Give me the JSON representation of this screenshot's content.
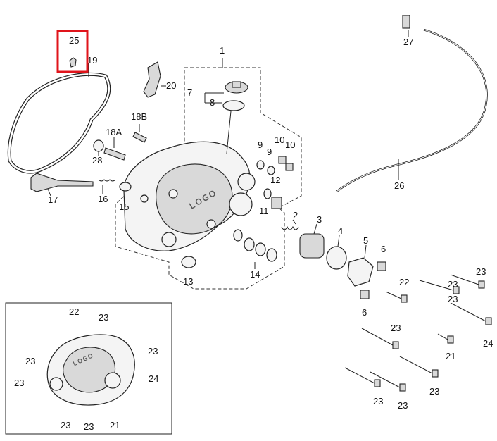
{
  "diagram": {
    "highlight_color": "#e0141b",
    "highlighted_part": "25",
    "callouts": {
      "p1": "1",
      "p2": "2",
      "p3": "3",
      "p4": "4",
      "p5": "5",
      "p6a": "6",
      "p6b": "6",
      "p7": "7",
      "p8": "8",
      "p9a": "9",
      "p9b": "9",
      "p10a": "10",
      "p10b": "10",
      "p11": "11",
      "p12": "12",
      "p13": "13",
      "p14": "14",
      "p15": "15",
      "p16": "16",
      "p17": "17",
      "p18a": "18A",
      "p18b": "18B",
      "p19": "19",
      "p20": "20",
      "p21a": "21",
      "p21b": "21",
      "p22a": "22",
      "p22b": "22",
      "p23a": "23",
      "p23b": "23",
      "p23c": "23",
      "p23d": "23",
      "p23e": "23",
      "p23f": "23",
      "p23g": "23",
      "p23h": "23",
      "p23i": "23",
      "p23j": "23",
      "p23k": "23",
      "p23l": "23",
      "p24a": "24",
      "p24b": "24",
      "p25": "25",
      "p26": "26",
      "p27": "27",
      "p28": "28"
    }
  }
}
